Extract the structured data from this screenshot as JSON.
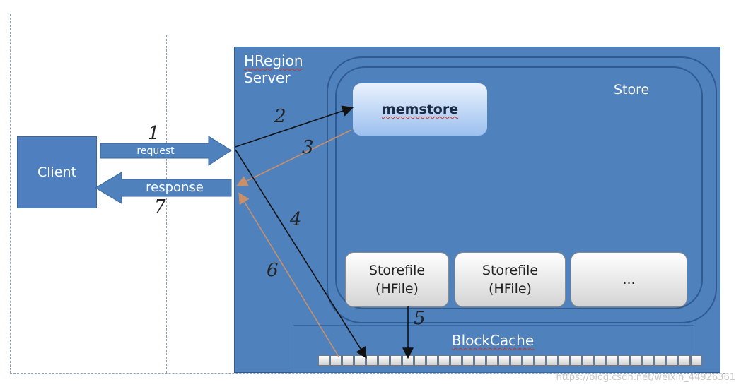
{
  "client": {
    "label": "Client"
  },
  "server": {
    "title_line1": "HRegion",
    "title_line2": "Server"
  },
  "store": {
    "label": "Store"
  },
  "memstore": {
    "label": "memstore"
  },
  "storefiles": [
    "Storefile\n(HFile)",
    "Storefile\n(HFile)",
    "..."
  ],
  "blockcache": {
    "label": "BlockCache"
  },
  "arrows": {
    "request": "request",
    "response": "response"
  },
  "steps": [
    "1",
    "2",
    "3",
    "4",
    "5",
    "6",
    "7"
  ],
  "watermark": "https://blog.csdn.net/weixin_44926361",
  "colors": {
    "server_fill": "#4f81bd",
    "client_fill": "#4f7fbf",
    "memstore_fill": "#bcd5f5"
  }
}
